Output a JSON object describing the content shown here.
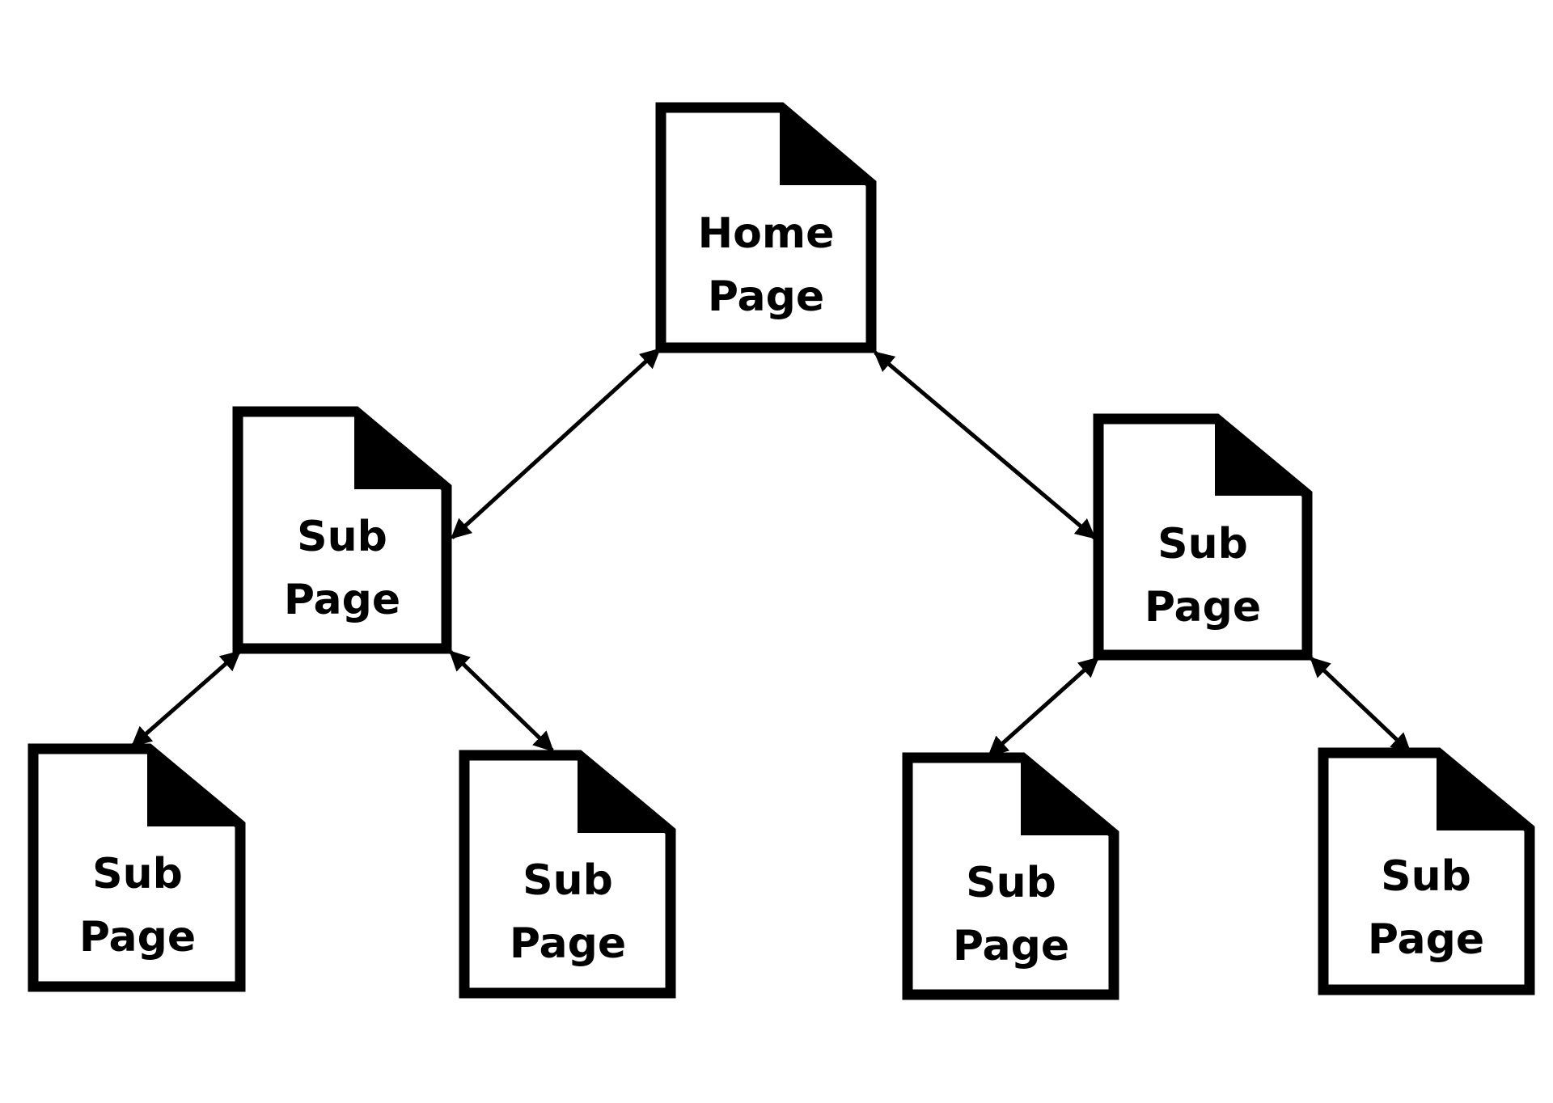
{
  "diagram": {
    "nodes": [
      {
        "id": "home",
        "label_line1": "Home",
        "label_line2": "Page"
      },
      {
        "id": "sub-left",
        "label_line1": "Sub",
        "label_line2": "Page"
      },
      {
        "id": "sub-right",
        "label_line1": "Sub",
        "label_line2": "Page"
      },
      {
        "id": "sub-left-left",
        "label_line1": "Sub",
        "label_line2": "Page"
      },
      {
        "id": "sub-left-right",
        "label_line1": "Sub",
        "label_line2": "Page"
      },
      {
        "id": "sub-right-left",
        "label_line1": "Sub",
        "label_line2": "Page"
      },
      {
        "id": "sub-right-right",
        "label_line1": "Sub",
        "label_line2": "Page"
      }
    ],
    "edges": [
      {
        "from": "home",
        "to": "sub-left",
        "direction": "bidirectional"
      },
      {
        "from": "home",
        "to": "sub-right",
        "direction": "bidirectional"
      },
      {
        "from": "sub-left",
        "to": "sub-left-left",
        "direction": "bidirectional"
      },
      {
        "from": "sub-left",
        "to": "sub-left-right",
        "direction": "bidirectional"
      },
      {
        "from": "sub-right",
        "to": "sub-right-left",
        "direction": "bidirectional"
      },
      {
        "from": "sub-right",
        "to": "sub-right-right",
        "direction": "bidirectional"
      }
    ],
    "colors": {
      "stroke": "#000000",
      "fill": "#ffffff",
      "background": "#ffffff"
    },
    "icons": {
      "node": "document-page-icon"
    }
  }
}
